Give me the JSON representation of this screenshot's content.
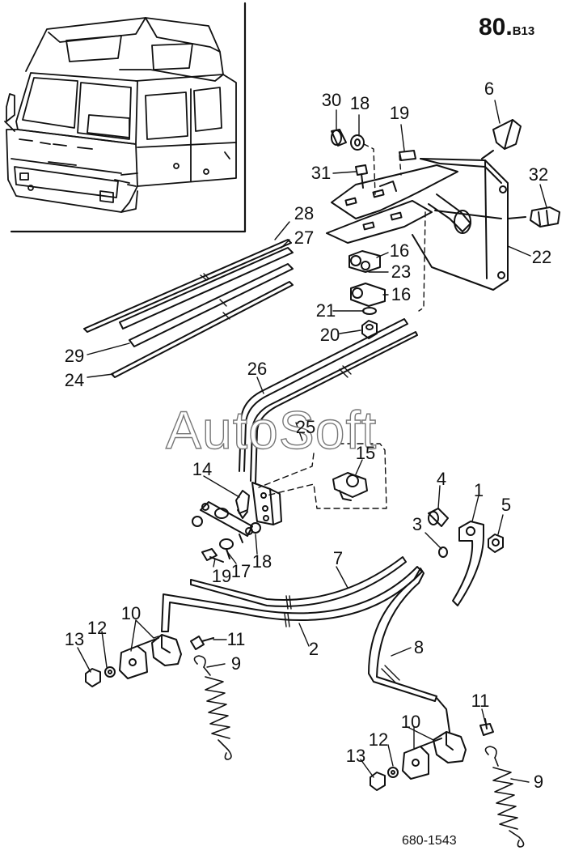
{
  "page": {
    "code": "80.",
    "code_suffix": "B13",
    "doc_number": "680-1543",
    "watermark": "AutoSoft"
  },
  "labels": {
    "l30": "30",
    "l18a": "18",
    "l19a": "19",
    "l6": "6",
    "l31": "31",
    "l32": "32",
    "l22": "22",
    "l28": "28",
    "l27": "27",
    "l16a": "16",
    "l23": "23",
    "l16b": "16",
    "l21": "21",
    "l20": "20",
    "l29": "29",
    "l24": "24",
    "l26": "26",
    "l25": "25",
    "l15": "15",
    "l14": "14",
    "l4": "4",
    "l1": "1",
    "l5": "5",
    "l3": "3",
    "l19b": "19",
    "l17": "17",
    "l18b": "18",
    "l7": "7",
    "l10a": "10",
    "l12a": "12",
    "l13a": "13",
    "l11a": "11",
    "l9a": "9",
    "l2": "2",
    "l8": "8",
    "l11b": "11",
    "l10b": "10",
    "l12b": "12",
    "l13b": "13",
    "l9b": "9"
  },
  "colors": {
    "ink": "#111111",
    "paper": "#ffffff"
  }
}
